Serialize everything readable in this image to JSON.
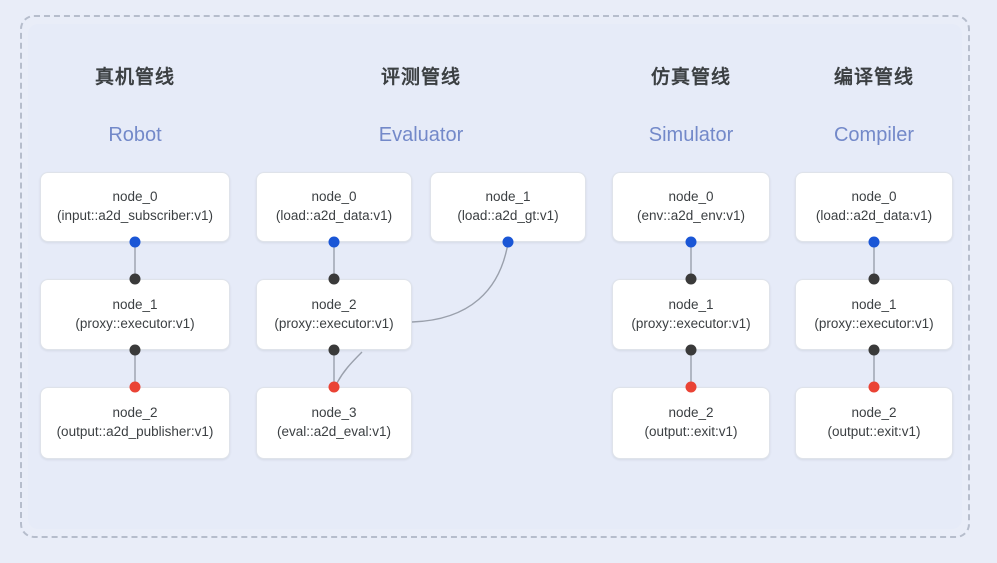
{
  "diagram": {
    "background_color": "#e9edf8",
    "frame_border_color": "#b6bdcc",
    "colors": {
      "title": "#3c4043",
      "subtitle": "#7389c9",
      "port_in": "#3a3a3a",
      "port_out": "#1a56d6",
      "port_end": "#ea4335",
      "edge": "#9aa0ac",
      "node_bg": "#ffffff",
      "node_border": "#dfe3ea"
    },
    "columns": [
      {
        "title": "真机管线",
        "subtitle": "Robot",
        "nodes": [
          {
            "name": "node_0",
            "type": "(input::a2d_subscriber:v1)"
          },
          {
            "name": "node_1",
            "type": "(proxy::executor:v1)"
          },
          {
            "name": "node_2",
            "type": "(output::a2d_publisher:v1)"
          }
        ]
      },
      {
        "title": "评测管线",
        "subtitle": "Evaluator",
        "nodes": [
          {
            "name": "node_0",
            "type": "(load::a2d_data:v1)"
          },
          {
            "name": "node_1",
            "type": "(load::a2d_gt:v1)"
          },
          {
            "name": "node_2",
            "type": "(proxy::executor:v1)"
          },
          {
            "name": "node_3",
            "type": "(eval::a2d_eval:v1)"
          }
        ]
      },
      {
        "title": "仿真管线",
        "subtitle": "Simulator",
        "nodes": [
          {
            "name": "node_0",
            "type": "(env::a2d_env:v1)"
          },
          {
            "name": "node_1",
            "type": "(proxy::executor:v1)"
          },
          {
            "name": "node_2",
            "type": "(output::exit:v1)"
          }
        ]
      },
      {
        "title": "编译管线",
        "subtitle": "Compiler",
        "nodes": [
          {
            "name": "node_0",
            "type": "(load::a2d_data:v1)"
          },
          {
            "name": "node_1",
            "type": "(proxy::executor:v1)"
          },
          {
            "name": "node_2",
            "type": "(output::exit:v1)"
          }
        ]
      }
    ]
  }
}
